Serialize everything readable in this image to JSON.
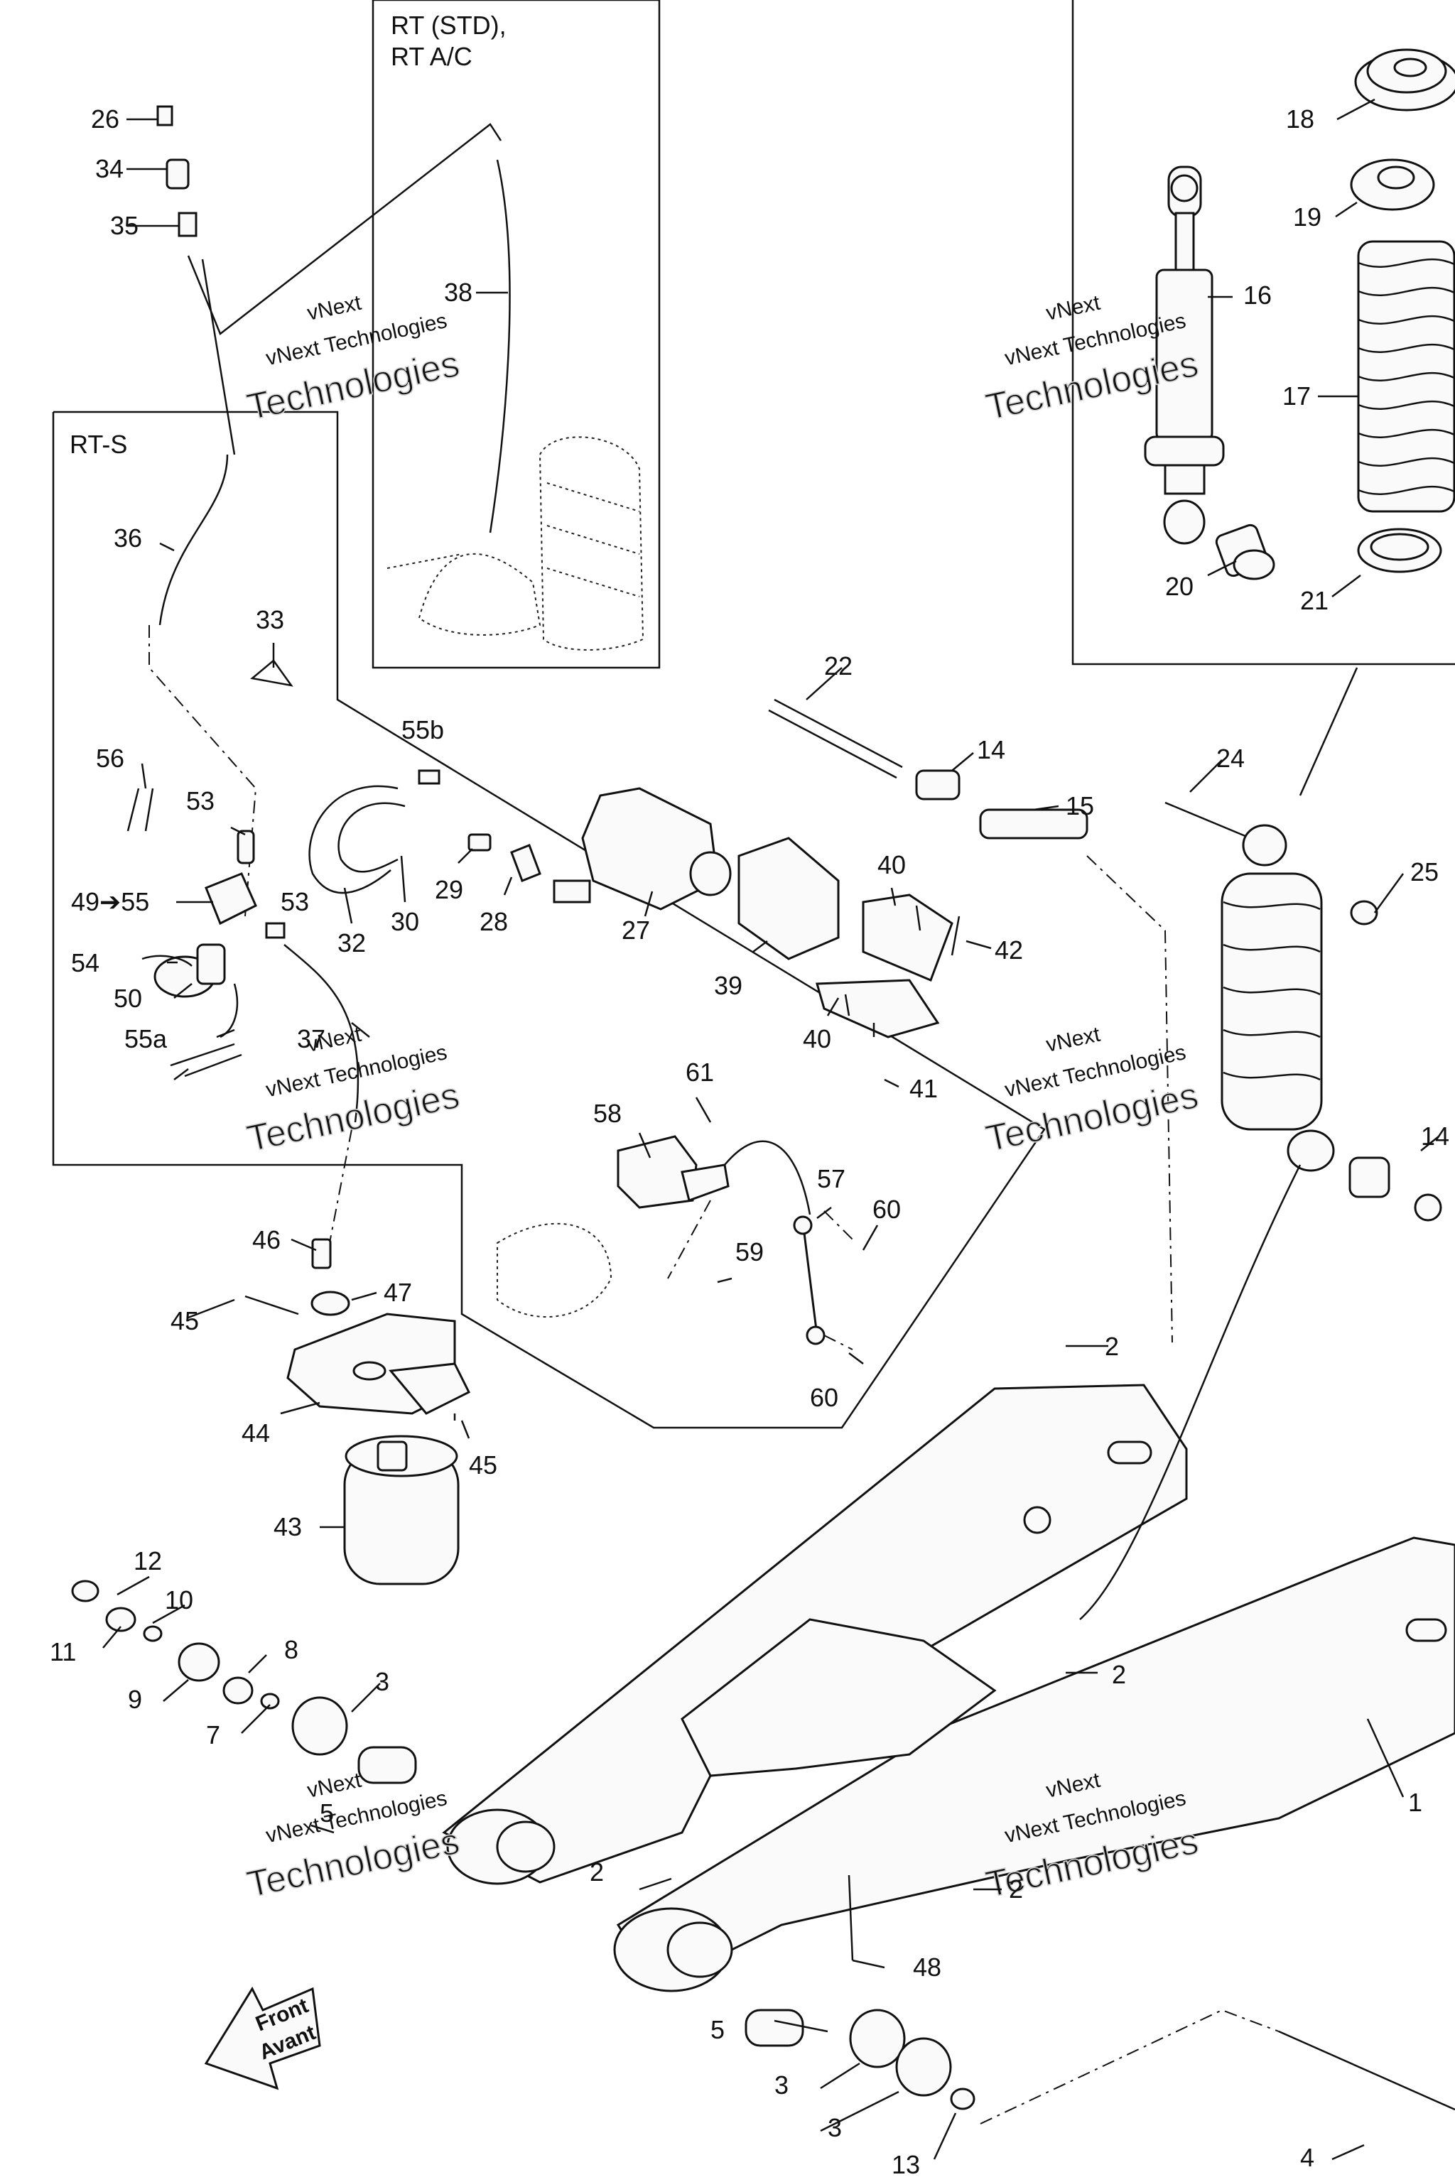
{
  "boxes": {
    "rt_std": {
      "line1": "RT (STD),",
      "line2": "RT A/C"
    },
    "rt_s": "RT-S"
  },
  "front_arrow": {
    "line1": "Front",
    "line2": "Avant"
  },
  "watermark": {
    "line1": "vNext",
    "line2": "vNext Technologies",
    "line3": "Technologies"
  },
  "callouts": [
    "26",
    "34",
    "35",
    "38",
    "18",
    "19",
    "16",
    "17",
    "20",
    "21",
    "36",
    "33",
    "22",
    "14",
    "15",
    "24",
    "25",
    "56",
    "55b",
    "53",
    "49➔55",
    "53",
    "29",
    "28",
    "27",
    "32",
    "30",
    "40",
    "42",
    "39",
    "40",
    "41",
    "54",
    "50",
    "55a",
    "37",
    "61",
    "58",
    "57",
    "60",
    "59",
    "46",
    "47",
    "45",
    "60",
    "2",
    "44",
    "45",
    "43",
    "12",
    "10",
    "11",
    "8",
    "9",
    "3",
    "7",
    "5",
    "2",
    "2",
    "2",
    "1",
    "48",
    "5",
    "3",
    "3",
    "13",
    "4",
    "14"
  ]
}
